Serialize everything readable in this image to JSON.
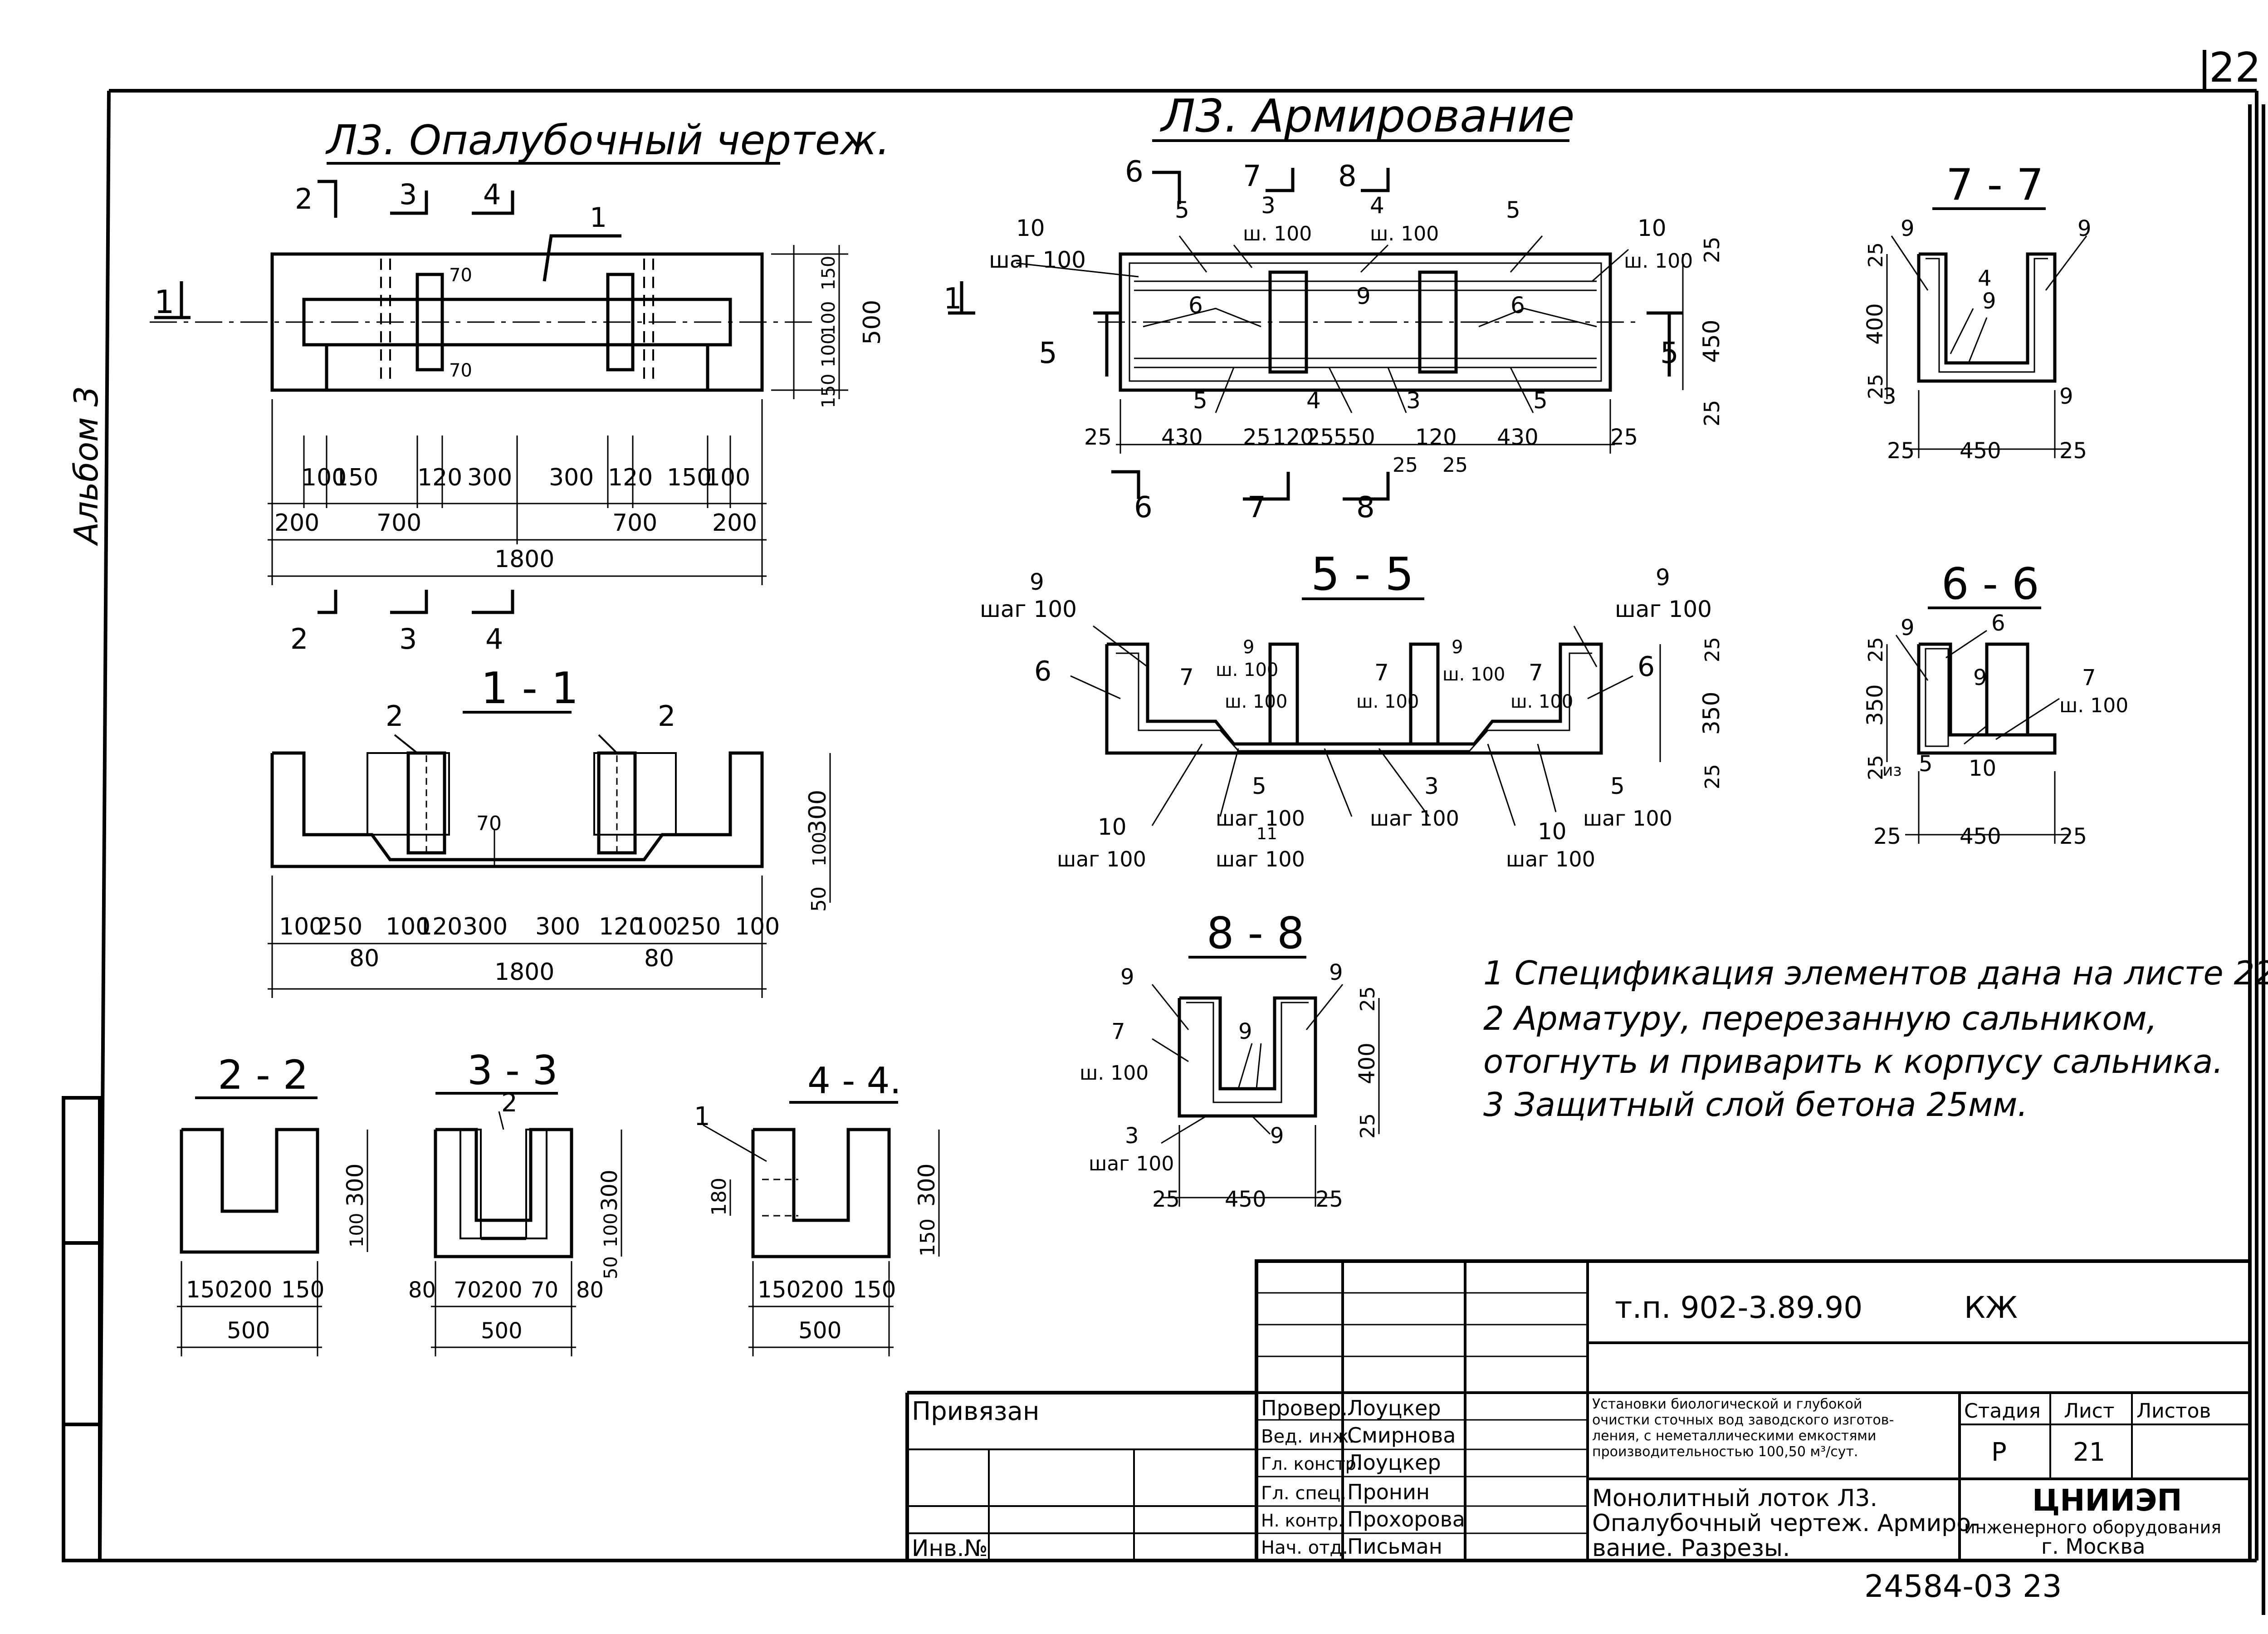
{
  "sheet": {
    "corner_number": "22",
    "album_label": "Альбом 3",
    "bottom_code": "24584-03  23"
  },
  "formwork": {
    "title": "Л3. Опалубочный чертеж.",
    "callout_1": "1",
    "cut_labels": {
      "c2": "2",
      "c3": "3",
      "c4": "4",
      "c1": "1"
    },
    "plan_dims_top": [
      "100",
      "150",
      "120",
      "300",
      "300",
      "120",
      "150",
      "100"
    ],
    "plan_dims_mid": [
      "200",
      "700",
      "700",
      "200"
    ],
    "plan_total": "1800",
    "plan_right_dims": [
      "150",
      "100",
      "100",
      "150",
      "500"
    ],
    "plan_small": [
      "70",
      "70"
    ]
  },
  "section_1_1": {
    "title": "1 - 1",
    "label_left": "2",
    "label_right": "2",
    "dim_70": "70",
    "dims": [
      "100",
      "250",
      "100",
      "120",
      "300",
      "300",
      "120",
      "100",
      "250",
      "100"
    ],
    "dims_80": [
      "80",
      "80"
    ],
    "total": "1800",
    "right_dims": [
      "300",
      "100",
      "50"
    ]
  },
  "section_2_2": {
    "title": "2 - 2",
    "dims": [
      "150",
      "200",
      "150"
    ],
    "total": "500",
    "right_dims": [
      "300",
      "100"
    ]
  },
  "section_3_3": {
    "title": "3 - 3",
    "callout": "2",
    "dims": [
      "80",
      "70",
      "200",
      "70",
      "80"
    ],
    "total": "500",
    "right_dims": [
      "300",
      "100",
      "50"
    ]
  },
  "section_4_4": {
    "title": "4 - 4.",
    "callout": "1",
    "dim_180": "180",
    "dims": [
      "150",
      "200",
      "150"
    ],
    "total": "500",
    "right_dims": [
      "300",
      "150"
    ]
  },
  "reinforcement": {
    "title": "Л3.  Армирование",
    "cut_labels": {
      "c6": "6",
      "c7": "7",
      "c8": "8",
      "c5": "5",
      "c1": "1"
    },
    "callouts": {
      "a10": "10",
      "step100": "шаг 100",
      "a5": "5",
      "a3": "3",
      "sh100": "ш. 100",
      "a4": "4",
      "a6": "6",
      "a9": "9"
    },
    "dims_bottom": [
      "25",
      "430",
      "25",
      "120",
      "25",
      "550",
      "120",
      "430",
      "25"
    ],
    "dims_bottom_extra": [
      "25",
      "25"
    ],
    "right_dims": [
      "25",
      "450",
      "25"
    ]
  },
  "section_5_5": {
    "title": "5 - 5",
    "labels": {
      "a9": "9",
      "step100": "шаг 100",
      "a6": "6",
      "a7": "7",
      "sh100": "ш. 100",
      "a5": "5",
      "a3": "3",
      "a10": "10",
      "a11": "11"
    },
    "right_dims": [
      "25",
      "350",
      "25"
    ]
  },
  "section_6_6": {
    "title": "6 - 6",
    "labels": {
      "a9": "9",
      "a6": "6",
      "a7": "7",
      "sh100": "ш. 100",
      "a5": "5",
      "a10": "10",
      "a3": "из"
    },
    "left_dims": [
      "25",
      "350",
      "25"
    ],
    "dims": [
      "25",
      "450",
      "25"
    ]
  },
  "section_7_7": {
    "title": "7 - 7",
    "labels": {
      "a9": "9",
      "a4": "4",
      "a3": "3"
    },
    "left_dims": [
      "25",
      "400",
      "25"
    ],
    "dims": [
      "25",
      "450",
      "25"
    ]
  },
  "section_8_8": {
    "title": "8 - 8",
    "labels": {
      "a9": "9",
      "a7": "7",
      "sh100": "ш. 100",
      "a3": "3",
      "step100": "шаг 100"
    },
    "right_dims": [
      "25",
      "400",
      "25"
    ],
    "dims": [
      "25",
      "450",
      "25"
    ]
  },
  "notes": [
    "1  Спецификация элементов дана на листе 22.",
    "2  Арматуру, перерезанную сальником,",
    "   отогнуть и приварить к корпусу сальника.",
    "3  Защитный слой бетона  25мм."
  ],
  "title_block": {
    "code": "т.п. 902-3.89.90",
    "mark": "КЖ",
    "bound_label": "Привязан",
    "inv_label": "Инв.№",
    "roles": [
      "Провер.",
      "Вед. инж.",
      "Гл. констр.",
      "Гл. спец.",
      "Н. контр.",
      "Нач. отд."
    ],
    "names": [
      "Лоуцкер",
      "Смирнова",
      "Лоуцкер",
      "Пронин",
      "Прохорова",
      "Письман"
    ],
    "project_desc": [
      "Установки биологической и глубокой",
      "очистки сточных вод заводского изготов-",
      "ления, с неметаллическими емкостями",
      "производительностью 100,50 м³/сут."
    ],
    "sheet_title": [
      "Монолитный лоток Л3.",
      "Опалубочный чертеж. Армиро-",
      "вание. Разрезы."
    ],
    "stage_header": "Стадия",
    "sheet_header": "Лист",
    "sheets_header": "Листов",
    "stage": "Р",
    "sheet_no": "21",
    "org": [
      "ЦНИИЭП",
      "инженерного оборудования",
      "г. Москва"
    ]
  }
}
